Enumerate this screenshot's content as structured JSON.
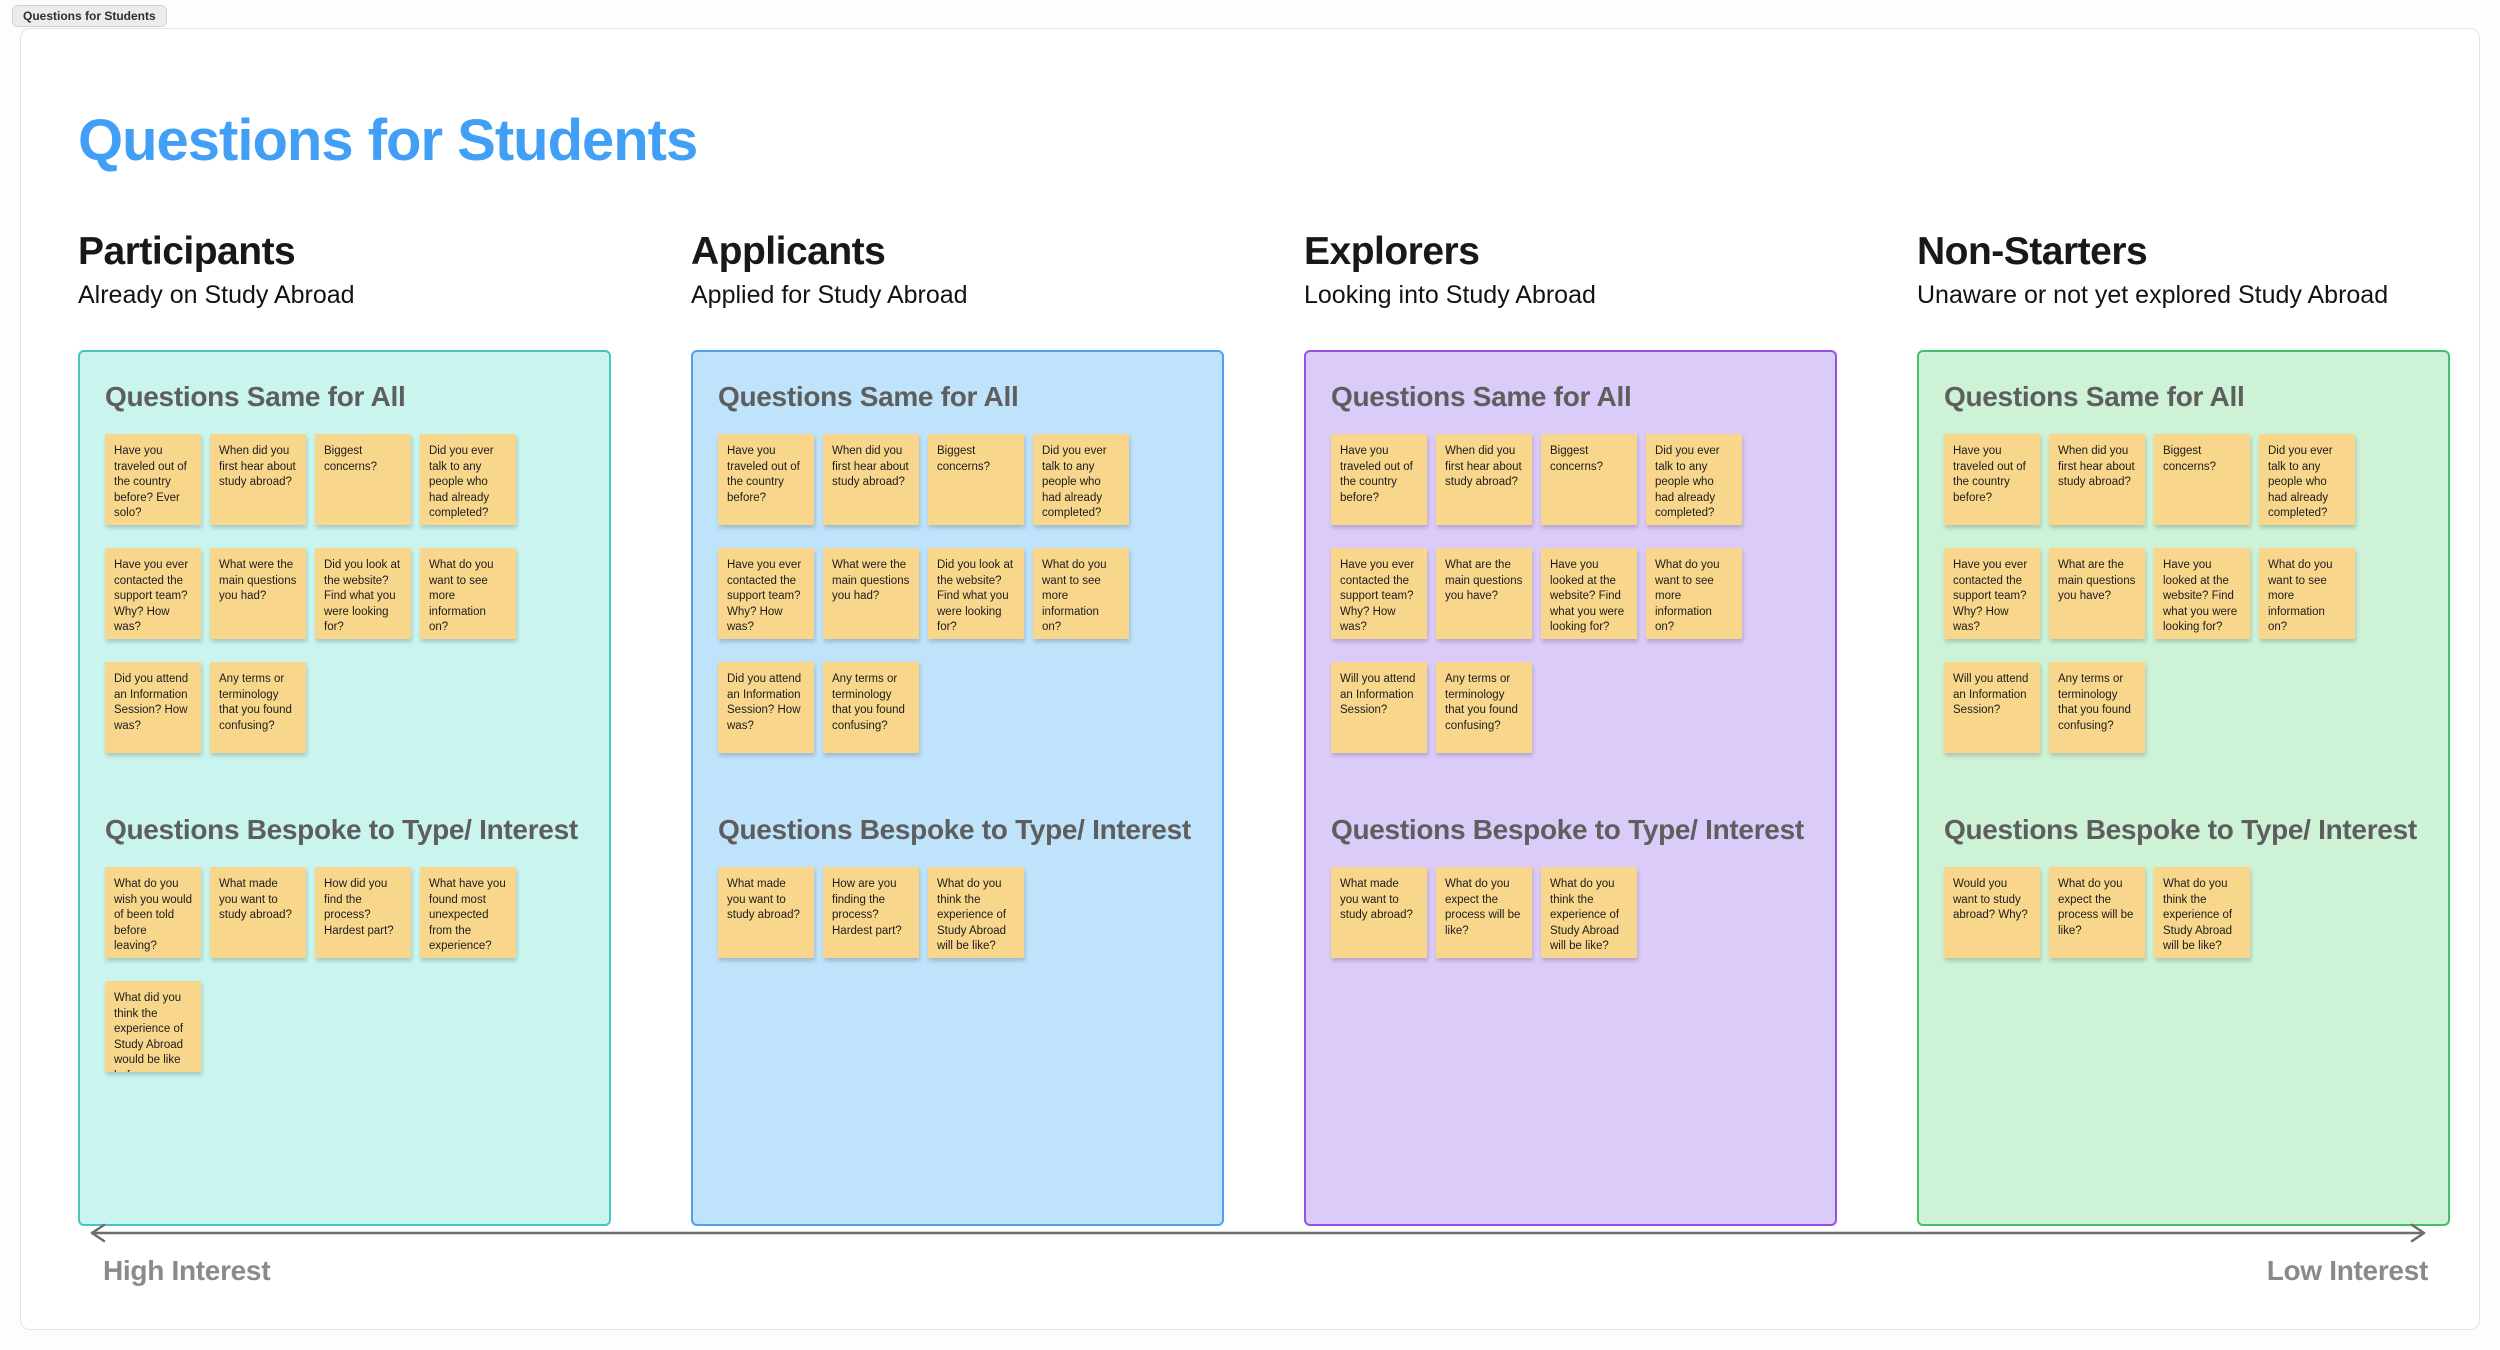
{
  "tab": {
    "label": "Questions for Students"
  },
  "title": "Questions for Students",
  "sections": {
    "same_title": "Questions Same for All",
    "bespoke_title": "Questions Bespoke to Type/ Interest"
  },
  "axis": {
    "left_label": "High Interest",
    "right_label": "Low Interest"
  },
  "colors": {
    "title_blue": "#41A0F5",
    "sticky_yellow": "#F8D78C",
    "teal_border": "#4AC4C0",
    "teal_bg": "#C9F5EE",
    "blue_border": "#4FA3EC",
    "blue_bg": "#BFE3FA",
    "purple_border": "#9650E6",
    "purple_bg": "#DBCBF9",
    "green_border": "#44BF6A",
    "green_bg": "#CEF2D6",
    "axis_gray": "#6E6E6E"
  },
  "columns": [
    {
      "name": "Participants",
      "subtitle": "Already on Study Abroad",
      "theme": "teal",
      "same": [
        "Have you traveled out of the country before? Ever solo?",
        "When did you first hear about study abroad?",
        "Biggest concerns?",
        "Did you ever talk to any people who had already completed?",
        "Have you ever contacted the support team? Why? How was?",
        "What were the main questions you had?",
        "Did you look at the website? Find what you were looking for?",
        "What do you want to see more information on?",
        "Did you attend an Information Session? How was?",
        "Any terms or terminology that you found confusing?"
      ],
      "bespoke": [
        "What do you wish you would of been told before leaving?",
        "What made you want to study abroad?",
        "How did you find the process? Hardest part?",
        "What have you found most unexpected from the experience?",
        "What did you think the experience of Study Abroad would be like before leaving?"
      ]
    },
    {
      "name": "Applicants",
      "subtitle": "Applied for Study Abroad",
      "theme": "blue",
      "same": [
        "Have you traveled out of the country before?",
        "When did you first hear about study abroad?",
        "Biggest concerns?",
        "Did you ever talk to any people who had already completed?",
        "Have you ever contacted the support team? Why? How was?",
        "What were the main questions you had?",
        "Did you look at the website? Find what you were looking for?",
        "What do you want to see more information on?",
        "Did you attend an Information Session? How was?",
        "Any terms or terminology that you found confusing?"
      ],
      "bespoke": [
        "What made you want to study abroad?",
        "How are you finding the process? Hardest part?",
        "What do you think the experience of Study Abroad will be like?"
      ]
    },
    {
      "name": "Explorers",
      "subtitle": "Looking into Study Abroad",
      "theme": "purple",
      "same": [
        "Have you traveled out of the country before?",
        "When did you first hear about study abroad?",
        "Biggest concerns?",
        "Did you ever talk to any people who had already completed?",
        "Have you ever contacted the support team? Why? How was?",
        "What are the main questions you have?",
        "Have you looked at the website? Find what you were looking for?",
        "What do you want to see more information on?",
        "Will you attend an Information Session?",
        "Any terms or terminology that you found confusing?"
      ],
      "bespoke": [
        "What made you want to study abroad?",
        "What do you expect the process will be like?",
        "What do you think the experience of Study Abroad will be like?"
      ]
    },
    {
      "name": "Non-Starters",
      "subtitle": "Unaware or not yet explored Study Abroad",
      "theme": "green",
      "same": [
        "Have you traveled out of the country before?",
        "When did you first hear about study abroad?",
        "Biggest concerns?",
        "Did you ever talk to any people who had already completed?",
        "Have you ever contacted the support team? Why? How was?",
        "What are the main questions you have?",
        "Have you looked at the website? Find what you were looking for?",
        "What do you want to see more information on?",
        "Will you attend an Information Session?",
        "Any terms or terminology that you found confusing?"
      ],
      "bespoke": [
        "Would you want to study abroad? Why?",
        "What do you expect the process will be like?",
        "What do you think the experience of Study Abroad will be like?"
      ]
    }
  ]
}
